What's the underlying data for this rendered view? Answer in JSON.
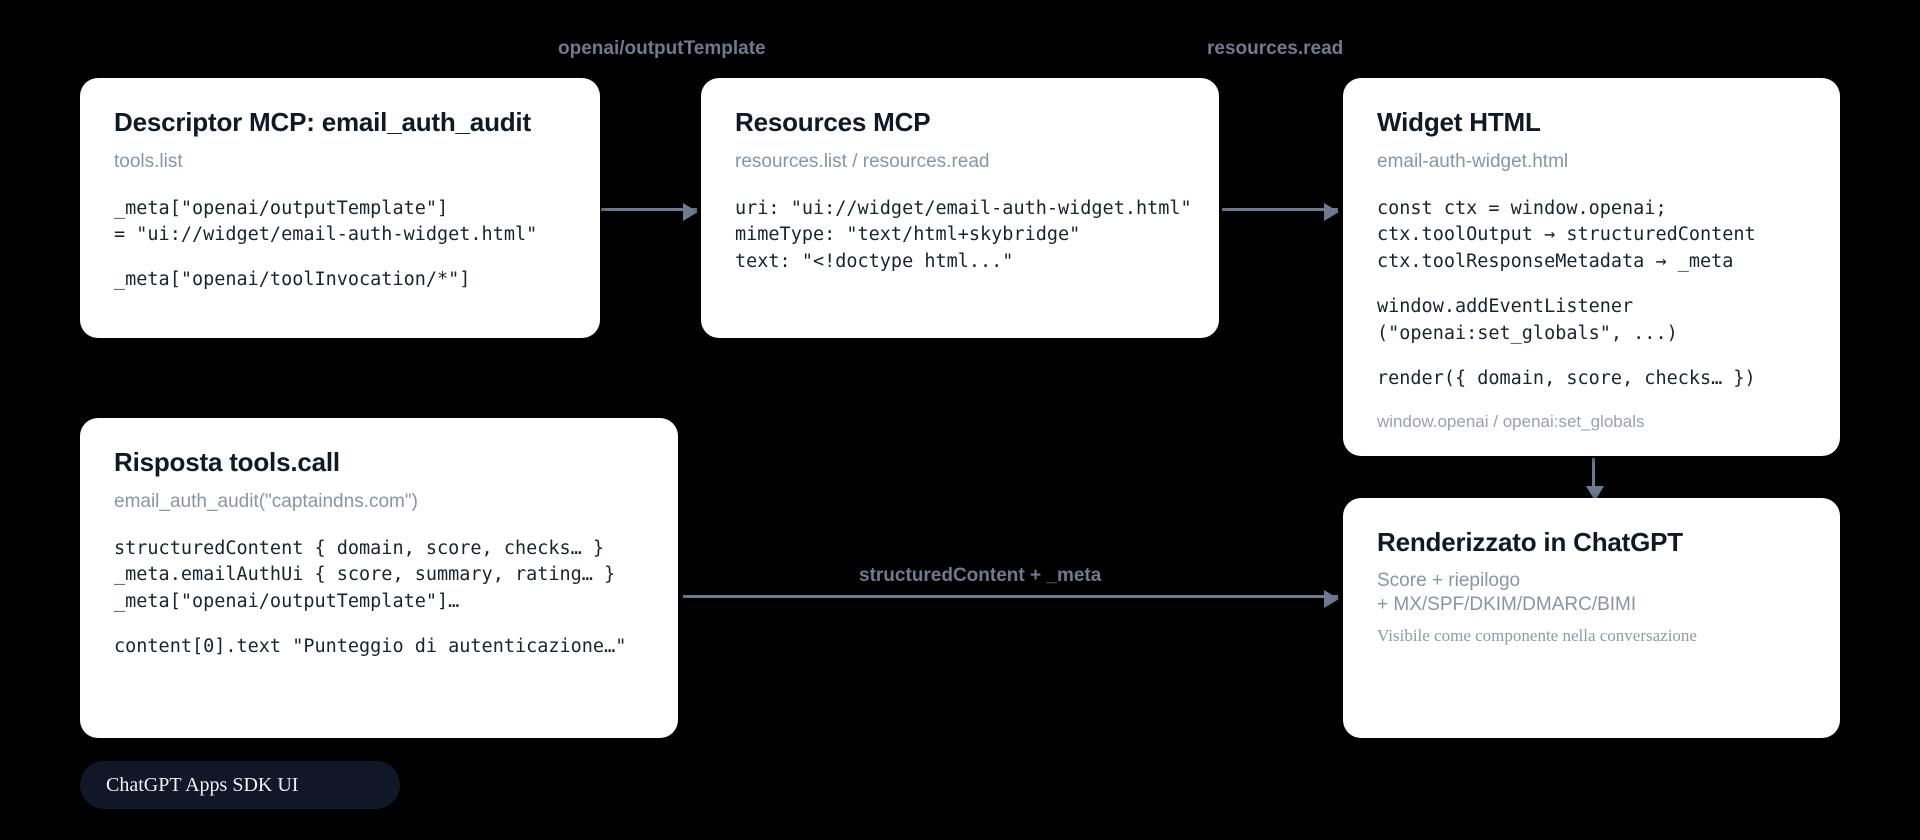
{
  "diagram": {
    "background": "#000000",
    "accent_arrow": "#6d7b92",
    "card_bg": "#ffffff",
    "title_color": "#111827",
    "muted_color": "#8a94a6",
    "badge_bg": "#101827"
  },
  "cards": {
    "descriptor": {
      "title": "Descriptor MCP: email_auth_audit",
      "subtitle": "tools.list",
      "code": [
        "_meta[\"openai/outputTemplate\"]",
        "= \"ui://widget/email-auth-widget.html\""
      ],
      "code2": [
        "_meta[\"openai/toolInvocation/*\"]"
      ]
    },
    "resources": {
      "title": "Resources MCP",
      "subtitle": "resources.list / resources.read",
      "code": [
        "uri: \"ui://widget/email-auth-widget.html\"",
        "mimeType: \"text/html+skybridge\"",
        "text: \"<!doctype html...\""
      ]
    },
    "widget": {
      "title": "Widget HTML",
      "subtitle": "email-auth-widget.html",
      "code": [
        "const ctx = window.openai;",
        "ctx.toolOutput → structuredContent",
        "ctx.toolResponseMetadata → _meta"
      ],
      "code2": [
        "window.addEventListener",
        "(\"openai:set_globals\", ...)"
      ],
      "code3": [
        "render({ domain, score, checks… })"
      ],
      "footer": "window.openai / openai:set_globals"
    },
    "response": {
      "title": "Risposta tools.call",
      "subtitle": "email_auth_audit(\"captaindns.com\")",
      "code": [
        "structuredContent { domain, score, checks… }",
        "_meta.emailAuthUi { score, summary, rating… }",
        "_meta[\"openai/outputTemplate\"]…"
      ],
      "code2": [
        "content[0].text \"Punteggio di autenticazione…\""
      ]
    },
    "rendered": {
      "title": "Renderizzato in ChatGPT",
      "line1": "Score + riepilogo",
      "line2": "+ MX/SPF/DKIM/DMARC/BIMI",
      "note": "Visibile come componente nella conversazione"
    }
  },
  "arrows": {
    "label_1": "openai/outputTemplate",
    "label_2": "resources.read",
    "label_3": "structuredContent + _meta"
  },
  "badge": {
    "label": "ChatGPT Apps SDK UI"
  }
}
